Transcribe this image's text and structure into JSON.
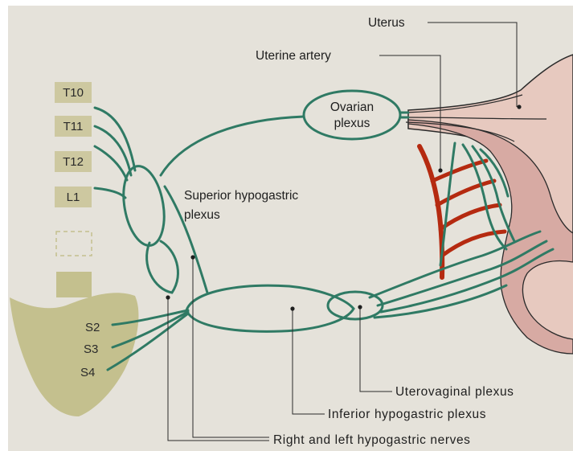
{
  "labels": {
    "uterus": "Uterus",
    "uterine_artery": "Uterine artery",
    "ovarian_plexus_1": "Ovarian",
    "ovarian_plexus_2": "plexus",
    "superior_1": "Superior hypogastric",
    "superior_2": "plexus",
    "uterovaginal": "Uterovaginal plexus",
    "inferior": "Inferior hypogastric plexus",
    "hypogastric_nerves": "Right and left hypogastric nerves"
  },
  "segments": {
    "thoracolumbar": [
      "T10",
      "T11",
      "T12",
      "L1"
    ],
    "sacral": [
      "S2",
      "S3",
      "S4"
    ]
  },
  "colors": {
    "background": "#e5e2da",
    "nerve": "#2f7a64",
    "artery": "#b52a10",
    "segment_box": "#cdc8a0",
    "sacrum": "#c4c08e",
    "uterus_outer": "#e7c9bf",
    "uterus_inner": "#d7aaa3",
    "leader_line": "#2a2a2a"
  }
}
